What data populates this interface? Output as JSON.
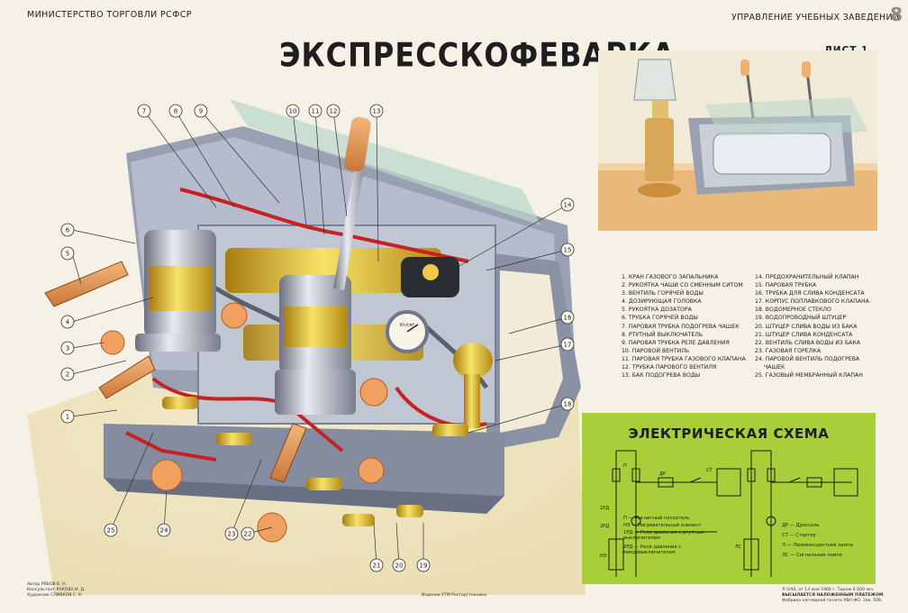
{
  "header": {
    "left": "МИНИСТЕРСТВО ТОРГОВЛИ РСФСР",
    "right": "УПРАВЛЕНИЕ УЧЕБНЫХ ЗАВЕДЕНИЙ",
    "sheet_number": "8"
  },
  "title": "ЭКСПРЕССКОФЕВАРКА",
  "sheet_label": "ЛИСТ 1",
  "callouts": [
    "1",
    "2",
    "3",
    "4",
    "5",
    "6",
    "7",
    "8",
    "9",
    "10",
    "11",
    "12",
    "13",
    "14",
    "15",
    "16",
    "17",
    "18",
    "19",
    "20",
    "21",
    "22",
    "23",
    "24",
    "25"
  ],
  "legend_left": [
    "1. КРАН ГАЗОВОГО ЗАПАЛЬНИКА",
    "2. РУКОЯТКА ЧАШИ СО СМЕННЫМ СИТОМ",
    "3. ВЕНТИЛЬ ГОРЯЧЕЙ ВОДЫ",
    "4. ДОЗИРУЮЩАЯ ГОЛОВКА",
    "5. РУКОЯТКА ДОЗАТОРА",
    "6. ТРУБКА ГОРЯЧЕЙ ВОДЫ",
    "7. ПАРОВАЯ ТРУБКА ПОДОГРЕВА ЧАШЕК",
    "8. РТУТНЫЙ ВЫКЛЮЧАТЕЛЬ",
    "9. ПАРОВАЯ ТРУБКА РЕЛЕ ДАВЛЕНИЯ",
    "10. ПАРОВОЙ ВЕНТИЛЬ",
    "11. ПАРОВАЯ ТРУБКА ГАЗОВОГО КЛАПАНА",
    "12. ТРУБКА ПАРОВОГО ВЕНТИЛЯ",
    "13. БАК ПОДОГРЕВА ВОДЫ"
  ],
  "legend_right": [
    "14. ПРЕДОХРАНИТЕЛЬНЫЙ КЛАПАН",
    "15. ПАРОВАЯ ТРУБКА",
    "16. ТРУБКА ДЛЯ СЛИВА КОНДЕНСАТА",
    "17. КОРПУС ПОПЛАВКОВОГО КЛАПАНА",
    "18. ВОДОМЕРНОЕ СТЕКЛО",
    "19. ВОДОПРОВОДНЫЙ ШТУЦЕР",
    "20. ШТУЦЕР СЛИВА ВОДЫ ИЗ БАКА",
    "21. ШТУЦЕР СЛИВА КОНДЕНСАТА",
    "22. ВЕНТИЛЬ СЛИВА ВОДЫ ИЗ БАКА",
    "23. ГАЗОВАЯ ГОРЕЛКА",
    "24. ПАРОВОЙ ВЕНТИЛЬ ПОДОГРЕВА",
    "ЧАШЕК",
    "25. ГАЗОВЫЙ МЕМБРАННЫЙ КЛАПАН"
  ],
  "schema": {
    "title": "ЭЛЕКТРИЧЕСКАЯ СХЕМА",
    "labels": [
      "ДР",
      "СТ",
      "1РД",
      "2РД",
      "НЭ",
      "ЛС",
      "П"
    ],
    "legend": [
      "П — Магнитный пускатель",
      "НЭ — Нагревательный элемент",
      "1РД — Реле давления с ртутным выключателем",
      "2РД — Реле давления с микровыключателем",
      "ДР — Дроссель",
      "СТ — Стартер",
      "Л — Люминесцентная лампа",
      "ЛС — Сигнальная лампа"
    ],
    "accent": "#a8cf3a"
  },
  "footer": {
    "left": [
      "Автор РЯБОВ В. Н.",
      "Консультант РАКОВА И. Д.",
      "Художник СЛИВКОВ С. К."
    ],
    "center": "Издание УТМ Росторгтехники",
    "right": [
      "Л-5/46, от 14 мая 1966 г. Тираж 6 000 экз.",
      "ВЫСЫЛАЕТСЯ НАЛОЖЕННЫМ ПЛАТЕЖОМ",
      "Фабрика наглядной печати УВН ФО. Зак. 508."
    ]
  },
  "gauge_text": "Кг/см²"
}
